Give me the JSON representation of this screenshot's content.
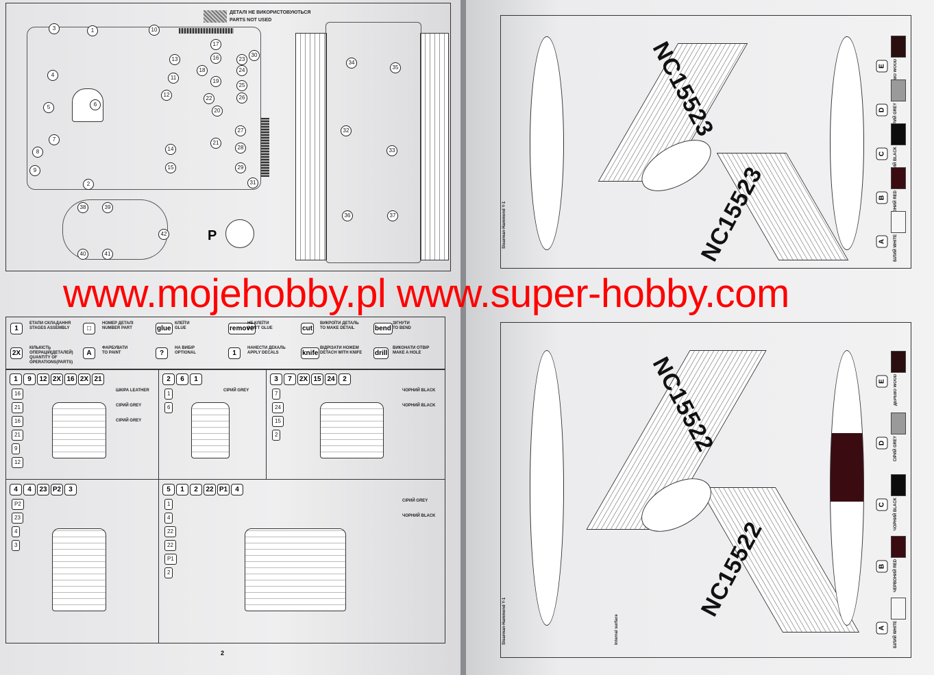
{
  "parts_not_used": {
    "ua": "ДЕТАЛІ НЕ ВИКОРИСТОВУЮТЬСЯ",
    "en": "PARTS NOT USED"
  },
  "sprue_parts": [
    "3",
    "1",
    "10",
    "17",
    "4",
    "13",
    "16",
    "18",
    "19",
    "30",
    "23",
    "24",
    "11",
    "22",
    "25",
    "20",
    "26",
    "5",
    "6",
    "12",
    "27",
    "7",
    "14",
    "21",
    "8",
    "28",
    "9",
    "15",
    "29",
    "2",
    "31",
    "34",
    "35",
    "32",
    "33",
    "36",
    "37",
    "38",
    "39",
    "40",
    "41",
    "42"
  ],
  "photoetch_label": "P",
  "legend": [
    {
      "icon": "1",
      "ua": "ЕТАПИ СКЛАДАННЯ",
      "en": "STAGES ASSEMBLY"
    },
    {
      "icon": "2X",
      "ua": "КІЛЬКІСТЬ ОПЕРАЦІЙ(ДЕТАЛЕЙ)",
      "en": "QUANTITY OF OPERATIONS(PARTS)"
    },
    {
      "icon": "□",
      "ua": "НОМЕР ДЕТАЛІ",
      "en": "NUMBER PART"
    },
    {
      "icon": "A",
      "ua": "ФАРБУВАТИ",
      "en": "TO PAINT"
    },
    {
      "icon": "glue",
      "ua": "КЛЕЇТИ",
      "en": "GLUE"
    },
    {
      "icon": "?",
      "ua": "НА ВИБІР",
      "en": "OPTIONAL"
    },
    {
      "icon": "remove",
      "ua": "НЕ КЛЕЇТИ",
      "en": "DON'T GLUE"
    },
    {
      "icon": "1",
      "ua": "НАНЕСТИ ДЕКАЛЬ",
      "en": "APPLY DECALS"
    },
    {
      "icon": "cut",
      "ua": "ВИКРОЇТИ ДЕТАЛЬ",
      "en": "TO MAKE DETAIL"
    },
    {
      "icon": "knife",
      "ua": "ВІДРІЗАТИ НОЖЕМ",
      "en": "DETACH WITH KNIFE"
    },
    {
      "icon": "bend",
      "ua": "ЗІГНУТИ",
      "en": "TO BEND"
    },
    {
      "icon": "drill",
      "ua": "ВИКОНАТИ ОТВІР",
      "en": "MAKE A HOLE"
    }
  ],
  "steps": [
    {
      "title": [
        "1",
        "9",
        "12",
        "2X",
        "16",
        "2X",
        "21"
      ],
      "parts": [
        "16",
        "21",
        "16",
        "21",
        "9",
        "12"
      ],
      "notes": [
        "ШКІРА LEATHER",
        "СІРИЙ GREY",
        "СІРИЙ GREY"
      ]
    },
    {
      "title": [
        "2",
        "6",
        "1"
      ],
      "parts": [
        "1",
        "6"
      ],
      "notes": [
        "СІРИЙ GREY"
      ]
    },
    {
      "title": [
        "3",
        "7",
        "2X",
        "15",
        "24",
        "2"
      ],
      "parts": [
        "7",
        "24",
        "15",
        "2"
      ],
      "notes": [
        "ЧОРНИЙ BLACK",
        "ЧОРНИЙ BLACK"
      ]
    },
    {
      "title": [
        "4",
        "4",
        "23",
        "P2",
        "3"
      ],
      "parts": [
        "P2",
        "23",
        "4",
        "3"
      ],
      "notes": []
    },
    {
      "title": [
        "5",
        "1",
        "2",
        "22",
        "P1",
        "4"
      ],
      "parts": [
        "1",
        "4",
        "22",
        "22",
        "P1",
        "2"
      ],
      "notes": [
        "СІРИЙ GREY",
        "ЧОРНИЙ BLACK"
      ]
    }
  ],
  "page_number": "2",
  "profiles": [
    {
      "registration": "NC15523",
      "caption": "Stearman-Hammond Y-1"
    },
    {
      "registration": "NC15522",
      "caption": "Stearman-Hammond Y-1",
      "inset": "Internal surface"
    }
  ],
  "colors": [
    {
      "code": "E",
      "ua": "ДЕРЕВО",
      "en": "WOOD",
      "hex": "#2a0e10"
    },
    {
      "code": "D",
      "ua": "СІРИЙ",
      "en": "GREY",
      "hex": "#9a9a9a"
    },
    {
      "code": "C",
      "ua": "ЧОРНИЙ",
      "en": "BLACK",
      "hex": "#0c0c0c"
    },
    {
      "code": "B",
      "ua": "ЧЕРВОНИЙ",
      "en": "RED",
      "hex": "#3a0c12"
    },
    {
      "code": "A",
      "ua": "БІЛИЙ",
      "en": "WHITE",
      "hex": "#f6f6f6"
    }
  ],
  "watermark": "www.mojehobby.pl www.super-hobby.com"
}
